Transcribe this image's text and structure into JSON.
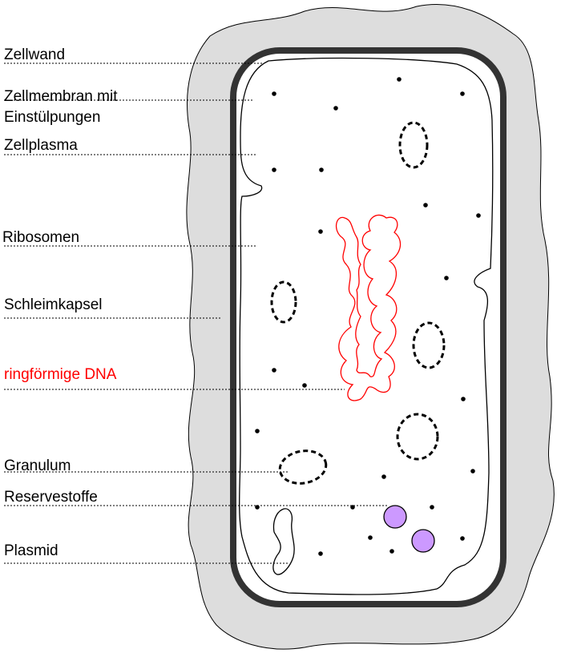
{
  "title": "Bakterienzelle",
  "labels": {
    "cell_wall": "Zellwand",
    "membrane_line1": "Zellmembran mit",
    "membrane_line2": "Einstülpungen",
    "cytoplasm": "Zellplasma",
    "ribosomes": "Ribosomen",
    "capsule": "Schleimkapsel",
    "dna": "ringförmige DNA",
    "granule": "Granulum",
    "reserve": "Reservestoffe",
    "plasmid": "Plasmid"
  },
  "colors": {
    "capsule": "#dddddd",
    "cell_wall": "#333333",
    "dna": "#ff0000",
    "reserve": "#cc99ff"
  }
}
